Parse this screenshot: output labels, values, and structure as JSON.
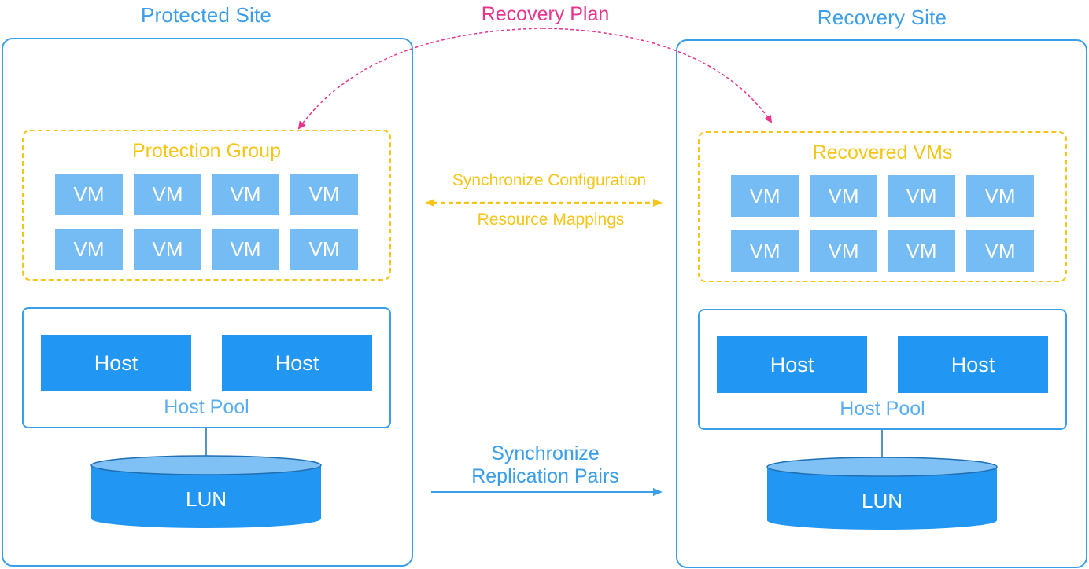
{
  "recovery_plan": {
    "label": "Recovery Plan"
  },
  "protected_site": {
    "title": "Protected Site",
    "group_title": "Protection Group",
    "vms": [
      "VM",
      "VM",
      "VM",
      "VM",
      "VM",
      "VM",
      "VM",
      "VM"
    ],
    "hosts": [
      "Host",
      "Host"
    ],
    "pool_label": "Host Pool",
    "lun_label": "LUN"
  },
  "recovery_site": {
    "title": "Recovery Site",
    "group_title": "Recovered VMs",
    "vms": [
      "VM",
      "VM",
      "VM",
      "VM",
      "VM",
      "VM",
      "VM",
      "VM"
    ],
    "hosts": [
      "Host",
      "Host"
    ],
    "pool_label": "Host Pool",
    "lun_label": "LUN"
  },
  "sync_config": {
    "line1": "Synchronize Configuration",
    "line2": "Resource Mappings"
  },
  "sync_replication": {
    "line1": "Synchronize",
    "line2": "Replication Pairs"
  },
  "colors": {
    "site_blue": "#3a9ee8",
    "group_yellow": "#f5c518",
    "vm_light_blue": "#75bcf5",
    "host_blue": "#2196f3",
    "plan_pink": "#e8348c"
  }
}
